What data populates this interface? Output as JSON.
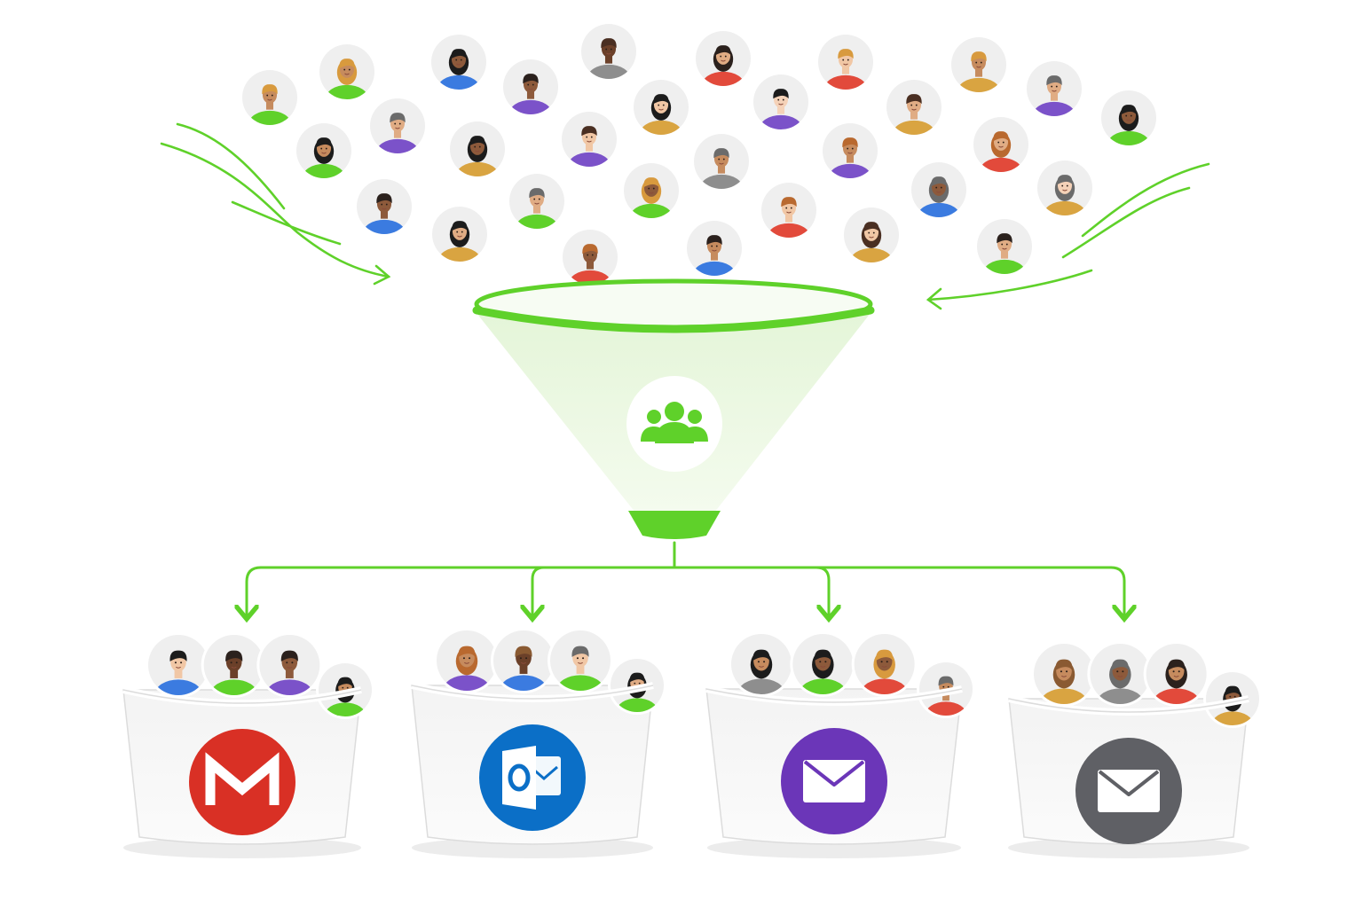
{
  "colors": {
    "accent": "#5fd12a",
    "funnel_fill": "#e9f6df",
    "bucket": "#f7f7f7",
    "bucket_stroke": "#dcdcdc",
    "avatar_bg": "#efefef"
  },
  "funnel": {
    "icon": "group-icon"
  },
  "avatar_shirt_palette": [
    "#5fd12a",
    "#3b7be0",
    "#7b52c9",
    "#8e8e8e",
    "#d9a441",
    "#e24a3b"
  ],
  "buckets": [
    {
      "id": "gmail",
      "icon": "gmail-icon",
      "color": "#d93025",
      "avatar_count": 4
    },
    {
      "id": "outlook",
      "icon": "outlook-icon",
      "color": "#0b6fc7",
      "avatar_count": 4
    },
    {
      "id": "purple-mail",
      "icon": "mail-icon",
      "color": "#6b36b8",
      "avatar_count": 4
    },
    {
      "id": "gray-mail",
      "icon": "mail-icon",
      "color": "#5f6065",
      "avatar_count": 4
    }
  ]
}
